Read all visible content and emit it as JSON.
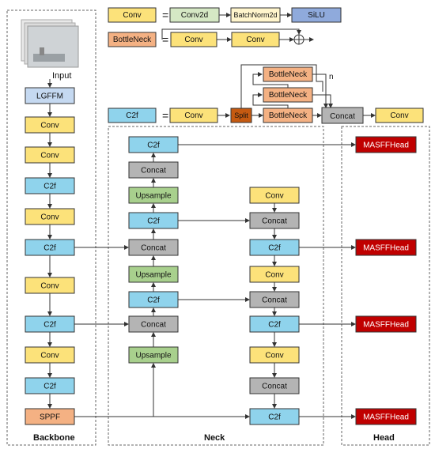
{
  "legend": {
    "conv": {
      "name": "Conv",
      "parts": [
        "Conv2d",
        "BatchNorm2d",
        "SiLU"
      ]
    },
    "bottleneck": {
      "name": "BottleNeck",
      "parts": [
        "Conv",
        "Conv"
      ]
    },
    "c2f": {
      "name": "C2f",
      "parts": [
        "Conv",
        "Split",
        "BottleNeck",
        "BottleNeck",
        "BottleNeck",
        "Concat",
        "Conv"
      ],
      "repeat_label": "n"
    },
    "equals": "="
  },
  "input_label": "Input",
  "sections": {
    "backbone": "Backbone",
    "neck": "Neck",
    "head": "Head"
  },
  "backbone": [
    "LGFFM",
    "Conv",
    "Conv",
    "C2f",
    "Conv",
    "C2f",
    "Conv",
    "C2f",
    "Conv",
    "C2f",
    "SPPF"
  ],
  "neck_left": [
    "C2f",
    "Concat",
    "Upsample",
    "C2f",
    "Concat",
    "Upsample",
    "C2f",
    "Concat",
    "Upsample"
  ],
  "neck_right": [
    "Conv",
    "Concat",
    "C2f",
    "Conv",
    "Concat",
    "C2f",
    "Conv",
    "Concat",
    "C2f"
  ],
  "head": [
    "MASFFHead",
    "MASFFHead",
    "MASFFHead",
    "MASFFHead"
  ],
  "colors": {
    "conv": "#fce27a",
    "c2f": "#8fd3ec",
    "concat": "#b4b4b4",
    "upsample": "#a8d08d",
    "bottleneck": "#f4b183",
    "lgffm": "#c5d9f1",
    "sppf": "#f4b183",
    "head": "#c00000",
    "conv2d": "#d5e8c4",
    "batchnorm": "#fff5cc",
    "silu": "#8faadc",
    "split": "#c55a11"
  }
}
